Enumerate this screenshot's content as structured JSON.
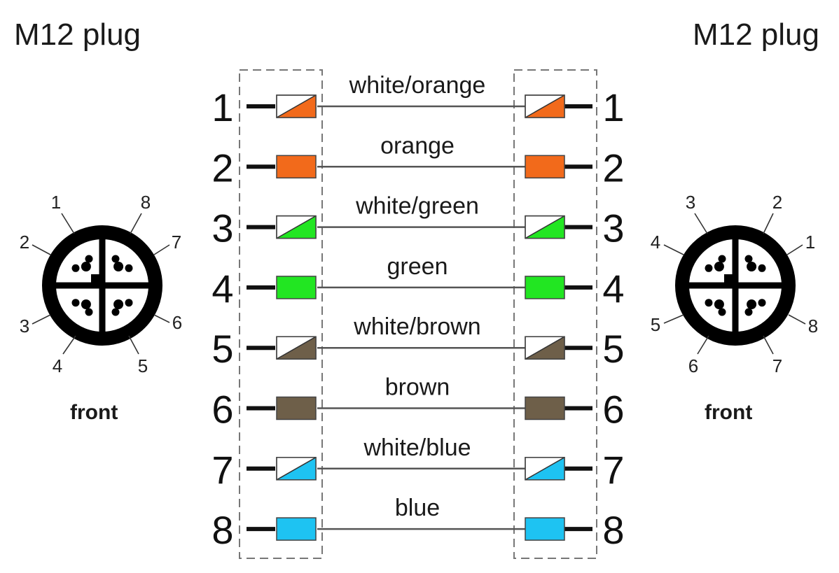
{
  "titles": {
    "left": "M12 plug",
    "right": "M12 plug"
  },
  "front_label": {
    "left": "front",
    "right": "front"
  },
  "colors": {
    "orange": "#f26a1b",
    "green": "#22e622",
    "brown": "#6e5f49",
    "blue": "#1ec3f2",
    "white": "#ffffff",
    "wire": "#555555",
    "connector": "#111111"
  },
  "wires": [
    {
      "pin": "1",
      "label": "white/orange",
      "color": "orange",
      "striped": true
    },
    {
      "pin": "2",
      "label": "orange",
      "color": "orange",
      "striped": false
    },
    {
      "pin": "3",
      "label": "white/green",
      "color": "green",
      "striped": true
    },
    {
      "pin": "4",
      "label": "green",
      "color": "green",
      "striped": false
    },
    {
      "pin": "5",
      "label": "white/brown",
      "color": "brown",
      "striped": true
    },
    {
      "pin": "6",
      "label": "brown",
      "color": "brown",
      "striped": false
    },
    {
      "pin": "7",
      "label": "white/blue",
      "color": "blue",
      "striped": true
    },
    {
      "pin": "8",
      "label": "blue",
      "color": "blue",
      "striped": false
    }
  ],
  "left_connector_pins": [
    "1",
    "8",
    "2",
    "7",
    "3",
    "6",
    "4",
    "5"
  ],
  "right_connector_pins": [
    "3",
    "2",
    "4",
    "1",
    "5",
    "8",
    "6",
    "7"
  ]
}
